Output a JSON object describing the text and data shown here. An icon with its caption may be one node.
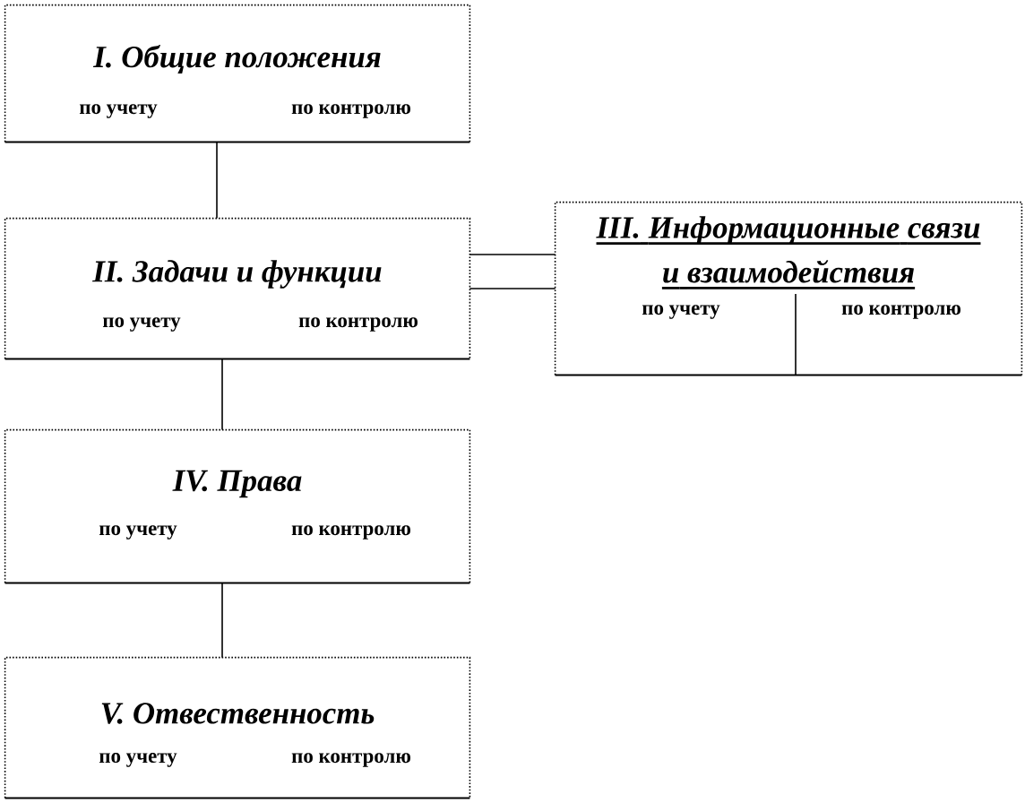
{
  "diagram": {
    "nodes": [
      {
        "text": [
          "I. Общие положения",
          "по учету",
          "по контролю"
        ]
      },
      {
        "text": [
          "II. Задачи и функции",
          "по учету",
          "по контролю"
        ]
      },
      {
        "text": [
          "III. Информационные связи и взаимодействия",
          "по учету",
          "по контролю"
        ]
      },
      {
        "text": [
          "IV. Права",
          "по учету",
          "по контролю"
        ]
      },
      {
        "text": [
          "V. Отвественность",
          "по учету",
          "по контролю"
        ]
      }
    ],
    "edges": [
      {
        "from": 0,
        "to": 1,
        "arrow": "none"
      },
      {
        "from": 1,
        "to": 2,
        "arrow": "none"
      },
      {
        "from": 1,
        "to": 2,
        "arrow": "none"
      },
      {
        "from": 1,
        "to": 3,
        "arrow": "none"
      },
      {
        "from": 3,
        "to": 4,
        "arrow": "none"
      }
    ]
  }
}
